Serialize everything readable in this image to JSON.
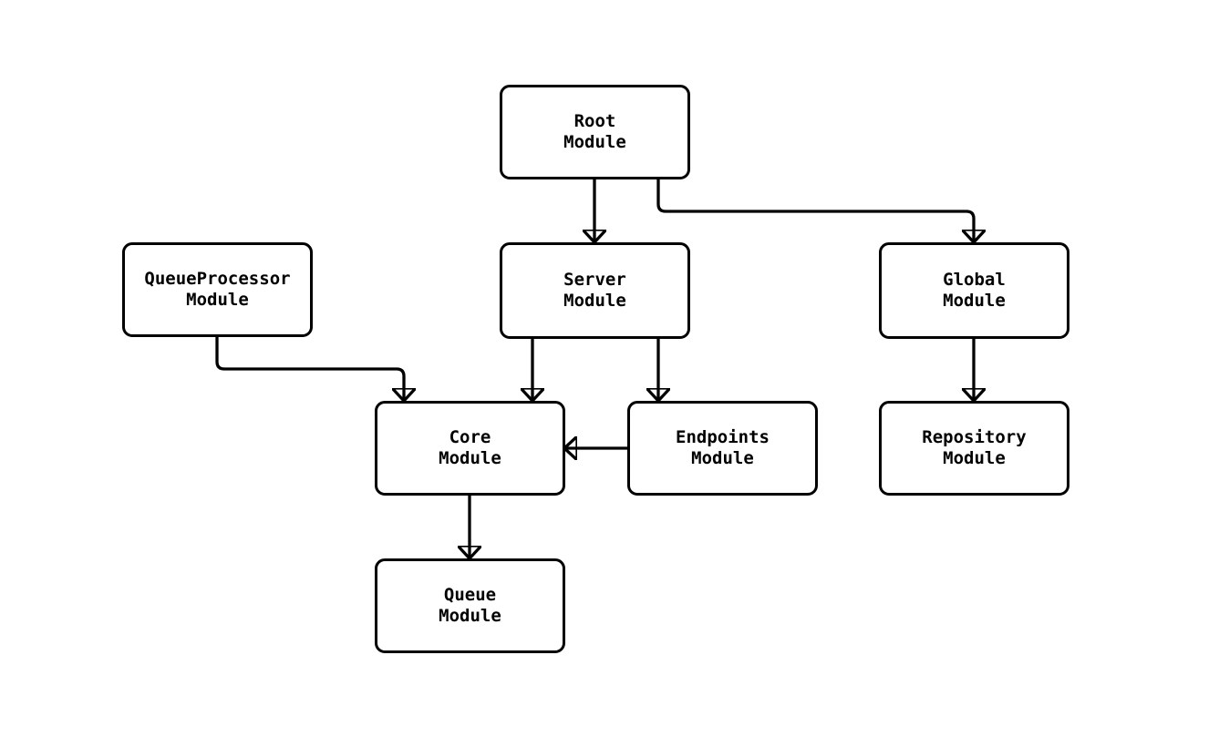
{
  "diagram": {
    "type": "module-dependency-flowchart",
    "background_color": "#ffffff",
    "stroke_color": "#000000",
    "nodes": {
      "root": {
        "label": "Root\nModule"
      },
      "queueprocessor": {
        "label": "QueueProcessor\nModule"
      },
      "server": {
        "label": "Server\nModule"
      },
      "global": {
        "label": "Global\nModule"
      },
      "core": {
        "label": "Core\nModule"
      },
      "endpoints": {
        "label": "Endpoints\nModule"
      },
      "repository": {
        "label": "Repository\nModule"
      },
      "queue": {
        "label": "Queue\nModule"
      }
    },
    "edges": [
      {
        "from": "Root Module",
        "to": "Server Module"
      },
      {
        "from": "Root Module",
        "to": "Global Module"
      },
      {
        "from": "QueueProcessor Module",
        "to": "Core Module"
      },
      {
        "from": "Server Module",
        "to": "Core Module"
      },
      {
        "from": "Server Module",
        "to": "Endpoints Module"
      },
      {
        "from": "Endpoints Module",
        "to": "Core Module"
      },
      {
        "from": "Global Module",
        "to": "Repository Module"
      },
      {
        "from": "Core Module",
        "to": "Queue Module"
      }
    ]
  }
}
